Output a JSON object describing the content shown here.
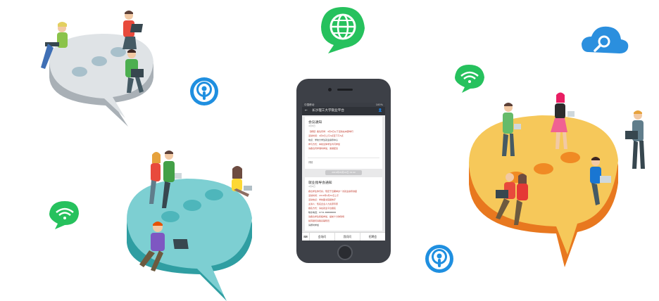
{
  "colors": {
    "green_bubble": "#26c15d",
    "blue_circle": "#1f8fe0",
    "cloud_blue": "#2b8fde",
    "teal_bubble": "#5cc3c4",
    "gray_bubble": "#d9dde0",
    "orange_bubble": "#f08a24",
    "yellow_bubble": "#f6c85a"
  },
  "icons": [
    "globe-icon",
    "cloud-search-icon",
    "wifi-icon",
    "podcast-icon"
  ],
  "phone": {
    "status": {
      "left": "中国移动",
      "right": "100%"
    },
    "nav": {
      "back": "←",
      "title": "长沙理工大学就业平台",
      "user": "👤"
    },
    "card1": {
      "title": "会议通知",
      "date": "4月8日",
      "lines": [
        "【通知】各位同学：4月9日以下活动在本部举行",
        "活动时间：4月9日上午9点至下午5点",
        "地点：学校大学生就业指导中心",
        "参与方式：本校全体学生均可参加",
        "请各位同学准时参加，谢谢配合"
      ],
      "detail": "详情"
    },
    "time_pill": "2016年05月19日 19:42",
    "card2": {
      "title": "就业指导会通知",
      "date": "4月8日",
      "lines": [
        "各位学生你们好，现定于近期举办一次就业指导讲座",
        "活动时间：2016年4月30日上午",
        "活动地点：学校图书馆报告厅",
        "主讲人：知名企业人力资源专家",
        "报名方式：请在就业平台报名",
        "联系电话：0731-88888888",
        "请各位学生积极参加，提前十分钟到场",
        "如有疑问请联系辅导员"
      ],
      "extra": "请按时参加"
    },
    "bottom": {
      "kb": "⌨",
      "tab1": "会场问",
      "tab2": "我问问",
      "tab3": "招聘会"
    }
  }
}
